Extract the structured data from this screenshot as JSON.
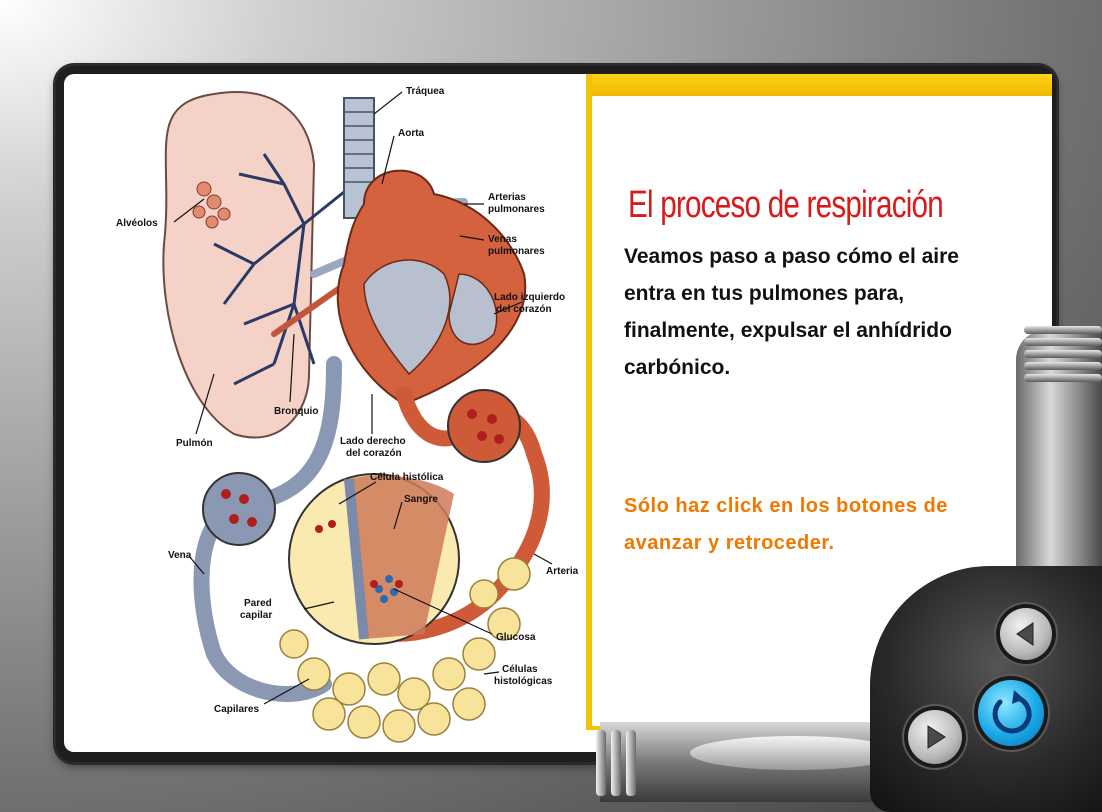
{
  "panel": {
    "title": "El proceso de respiración",
    "intro": "Veamos paso a paso cómo el aire entra en tus pulmones para, finalmente, expulsar el anhídrido carbónico.",
    "call_to_action": "Sólo haz click en los botones de avanzar y retroceder."
  },
  "diagram_labels": {
    "traquea": "Tráquea",
    "aorta": "Aorta",
    "alveolos": "Alvéolos",
    "arterias_1": "Arterias",
    "arterias_2": "pulmonares",
    "venas_1": "Venas",
    "venas_2": "pulmonares",
    "lado_izq_1": "Lado izquierdo",
    "lado_izq_2": "del corazón",
    "bronquio": "Bronquio",
    "pulmon": "Pulmón",
    "lado_der_1": "Lado derecho",
    "lado_der_2": "del corazón",
    "celula_histolica": "Célula histólica",
    "sangre": "Sangre",
    "vena": "Vena",
    "arteria": "Arteria",
    "pared_1": "Pared",
    "pared_2": "capilar",
    "glucosa": "Glucosa",
    "celulas_1": "Células",
    "celulas_2": "histológicas",
    "capilares": "Capilares"
  },
  "controls": {
    "back_icon": "triangle-left-icon",
    "forward_icon": "triangle-right-icon",
    "replay_icon": "replay-icon"
  },
  "colors": {
    "title": "#d81a1a",
    "call_to_action": "#f07800",
    "panel_accent": "#f5c400",
    "replay_button": "#1aa8e8"
  }
}
